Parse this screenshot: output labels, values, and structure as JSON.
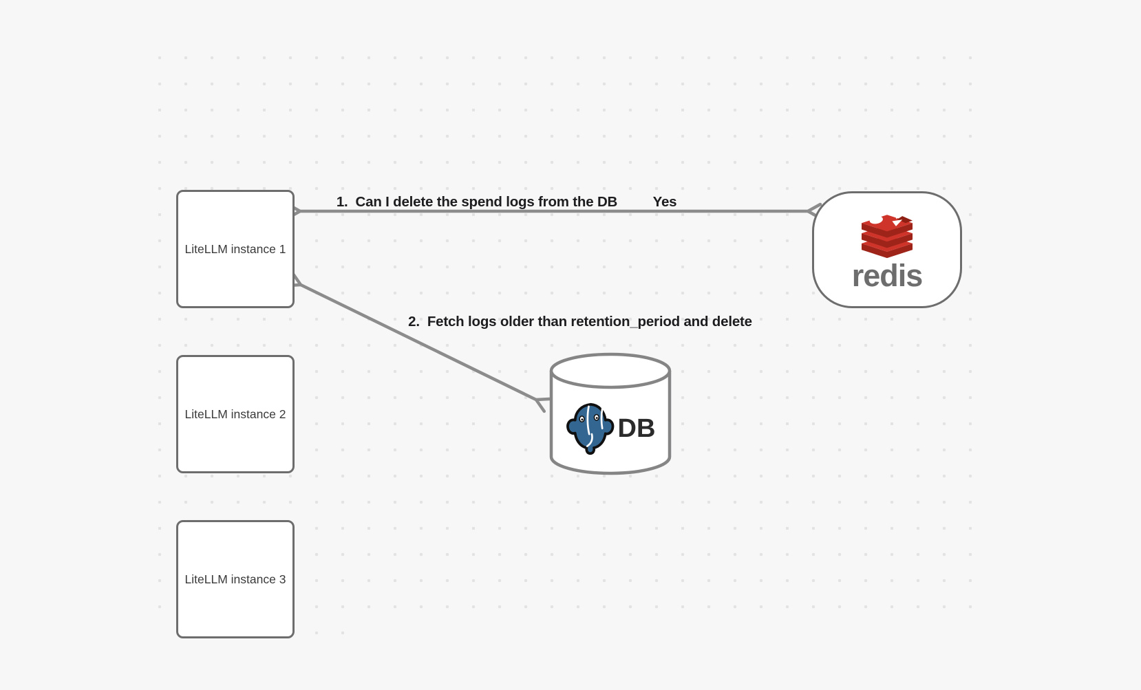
{
  "diagram": {
    "nodes": {
      "instance1": {
        "label": "LiteLLM instance 1"
      },
      "instance2": {
        "label": "LiteLLM instance 2"
      },
      "instance3": {
        "label": "LiteLLM instance 3"
      },
      "redis": {
        "label": "redis",
        "icon": "redis-logo"
      },
      "db": {
        "label": "DB",
        "icon": "postgresql-elephant-icon",
        "shape": "database-cylinder"
      }
    },
    "edges": {
      "redis_instance1": {
        "label": "1.  Can I delete the spend logs from the DB",
        "response": "Yes",
        "bidirectional": true
      },
      "db_instance1": {
        "label": "2.  Fetch logs older than retention_period and delete",
        "bidirectional": true
      }
    },
    "colors": {
      "background": "#f7f7f8",
      "grid_dot": "#e3e3e3",
      "node_border": "#6d6d6d",
      "arrow": "#8c8c8c",
      "edge_label_text": "#1d1d1f",
      "node_text": "#3a3a3a",
      "redis_red": "#ce342a",
      "redis_dark_red": "#9e241a",
      "redis_wordmark": "#6d6d6d",
      "postgres_blue": "#336791",
      "db_text": "#2b2b2b"
    }
  }
}
